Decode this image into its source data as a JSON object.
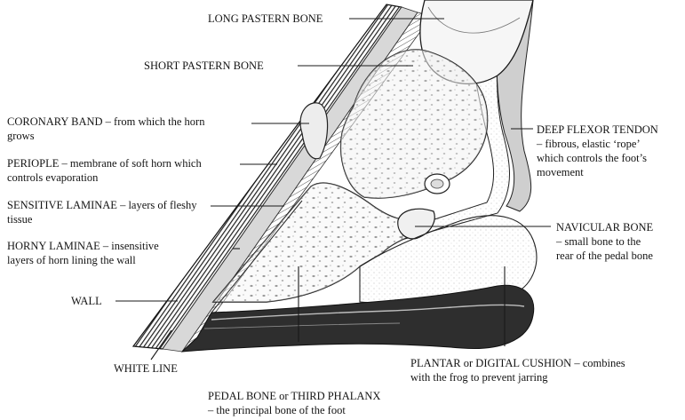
{
  "labels": {
    "long_pastern": {
      "name": "LONG PASTERN BONE"
    },
    "short_pastern": {
      "name": "SHORT PASTERN BONE"
    },
    "coronary_band": {
      "name": "CORONARY BAND",
      "desc_1": " – from which the horn",
      "desc_2": "grows"
    },
    "periople": {
      "name": "PERIOPLE",
      "desc_1": " – membrane of soft horn which",
      "desc_2": "controls evaporation"
    },
    "sensitive_laminae": {
      "name": "SENSITIVE LAMINAE",
      "desc_1": " – layers of fleshy",
      "desc_2": "tissue"
    },
    "horny_laminae": {
      "name": "HORNY LAMINAE",
      "desc_1": " – insensitive",
      "desc_2": "layers of horn lining the wall"
    },
    "wall": {
      "name": "WALL"
    },
    "white_line": {
      "name": "WHITE LINE"
    },
    "pedal_bone": {
      "name": "PEDAL BONE or THIRD PHALANX",
      "desc_1": "– the principal bone of the foot"
    },
    "plantar_cushion": {
      "name": "PLANTAR or DIGITAL CUSHION",
      "desc_1": " – combines",
      "desc_2": "with the frog to prevent jarring"
    },
    "navicular_bone": {
      "name": "NAVICULAR BONE",
      "desc_1": "– small bone to the",
      "desc_2": "rear of the pedal bone"
    },
    "deep_flexor_tendon": {
      "name": "DEEP FLEXOR TENDON",
      "desc_1": "– fibrous, elastic ‘rope’",
      "desc_2": "which controls the foot’s",
      "desc_3": "movement"
    }
  },
  "colors": {
    "ink": "#1a1a1a",
    "wall_dark": "#3a3a3a",
    "bone_fill": "#f1f1f1",
    "sole_dark": "#2b2b2b",
    "cushion": "#e4e4e4"
  }
}
